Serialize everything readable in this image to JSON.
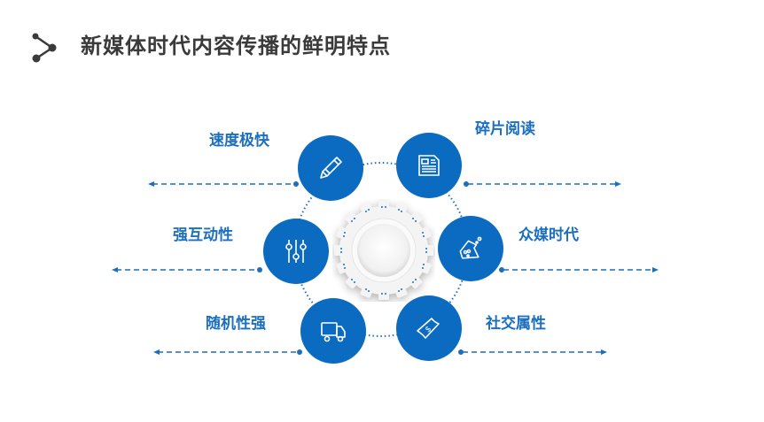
{
  "header": {
    "title": "新媒体时代内容传播的鲜明特点",
    "icon": "share-icon"
  },
  "colors": {
    "accent": "#0a6bc0",
    "label": "#1c6fbf",
    "title": "#3a3a3a"
  },
  "features": [
    {
      "label": "速度极快",
      "icon": "pencil-icon"
    },
    {
      "label": "碎片阅读",
      "icon": "document-icon"
    },
    {
      "label": "强互动性",
      "icon": "sliders-icon"
    },
    {
      "label": "众媒时代",
      "icon": "flask-icon"
    },
    {
      "label": "随机性强",
      "icon": "truck-icon"
    },
    {
      "label": "社交属性",
      "icon": "money-icon"
    }
  ],
  "center": {
    "icon": "gear-icon"
  }
}
